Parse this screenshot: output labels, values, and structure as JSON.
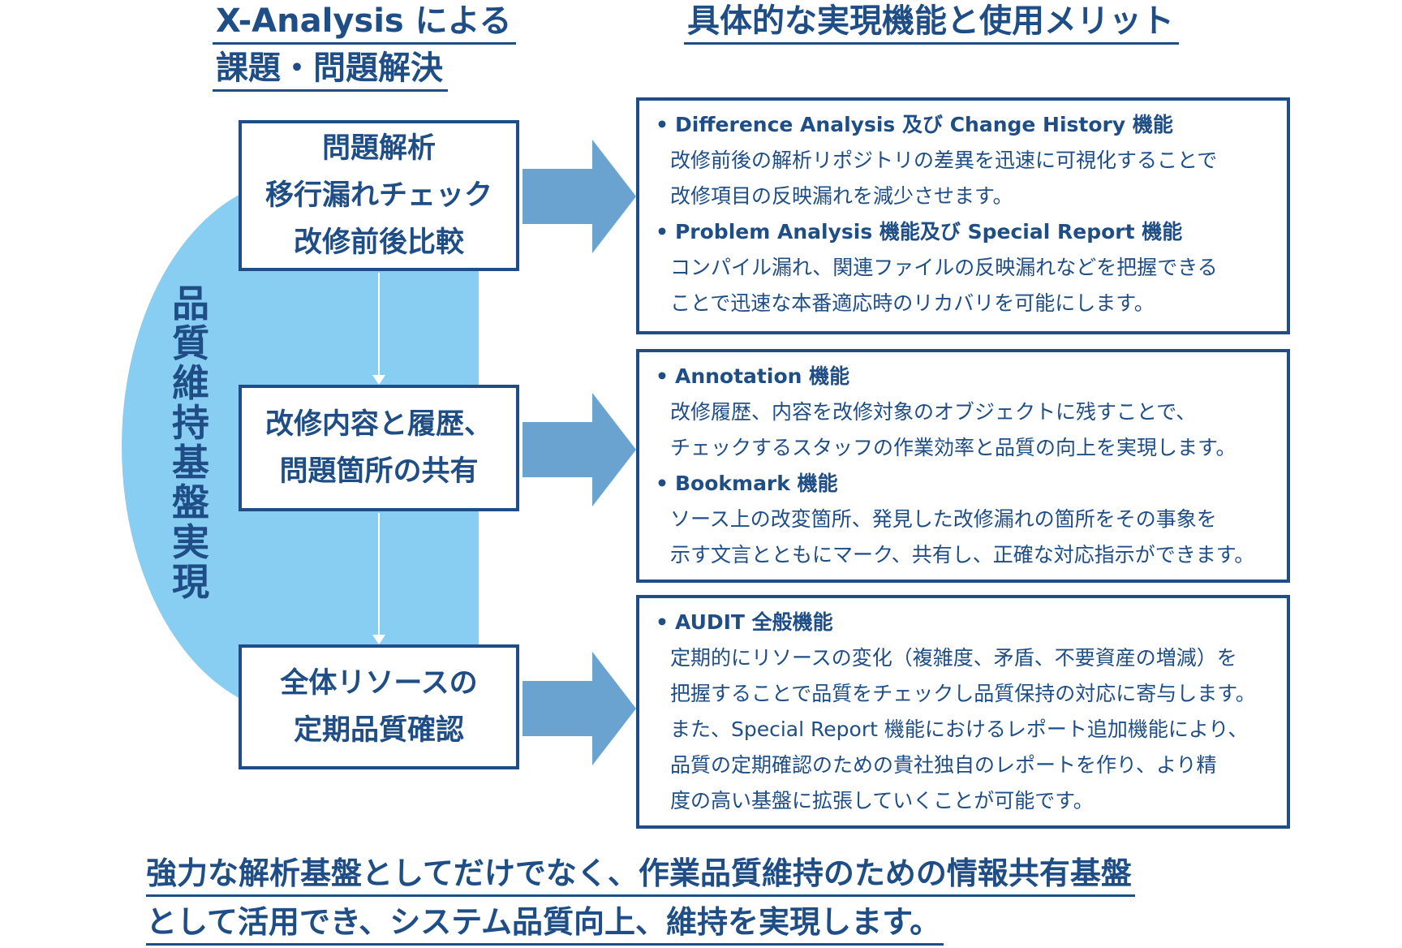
{
  "headings": {
    "left_line1": "X-Analysis による",
    "left_line2": "課題・問題解決",
    "right": "具体的な実現機能と使用メリット"
  },
  "band_label": "品質維持基盤実現",
  "problems": [
    {
      "lines": [
        "問題解析",
        "移行漏れチェック",
        "改修前後比較"
      ]
    },
    {
      "lines": [
        "改修内容と履歴、",
        "問題箇所の共有"
      ]
    },
    {
      "lines": [
        "全体リソースの",
        "定期品質確認"
      ]
    }
  ],
  "features": [
    {
      "items": [
        {
          "title": "Difference Analysis 及び Change History 機能",
          "desc": "改修前後の解析リポジトリの差異を迅速に可視化することで\n改修項目の反映漏れを減少させます。"
        },
        {
          "title": "Problem Analysis 機能及び Special Report 機能",
          "desc": "コンパイル漏れ、関連ファイルの反映漏れなどを把握できる\nことで迅速な本番適応時のリカバリを可能にします。"
        }
      ]
    },
    {
      "items": [
        {
          "title": "Annotation 機能",
          "desc": "改修履歴、内容を改修対象のオブジェクトに残すことで、\nチェックするスタッフの作業効率と品質の向上を実現します。"
        },
        {
          "title": "Bookmark 機能",
          "desc": "ソース上の改変箇所、発見した改修漏れの箇所をその事象を\n示す文言とともにマーク、共有し、正確な対応指示ができます。"
        }
      ]
    },
    {
      "items": [
        {
          "title": "AUDIT 全般機能",
          "desc": "定期的にリソースの変化（複雑度、矛盾、不要資産の増減）を\n把握することで品質をチェックし品質保持の対応に寄与します。\nまた、Special Report  機能におけるレポート追加機能により、\n品質の定期確認のための貴社独自のレポートを作り、より精\n度の高い基盤に拡張していくことが可能です。"
        }
      ]
    }
  ],
  "bullet": "•",
  "conclusion": {
    "line1": "強力な解析基盤としてだけでなく、作業品質維持のための情報共有基盤",
    "line2": "として活用でき、システム品質向上、維持を実現します。"
  },
  "colors": {
    "primary": "#1f4e86",
    "band": "#88cdf2",
    "arrow": "#6aa3cf"
  }
}
